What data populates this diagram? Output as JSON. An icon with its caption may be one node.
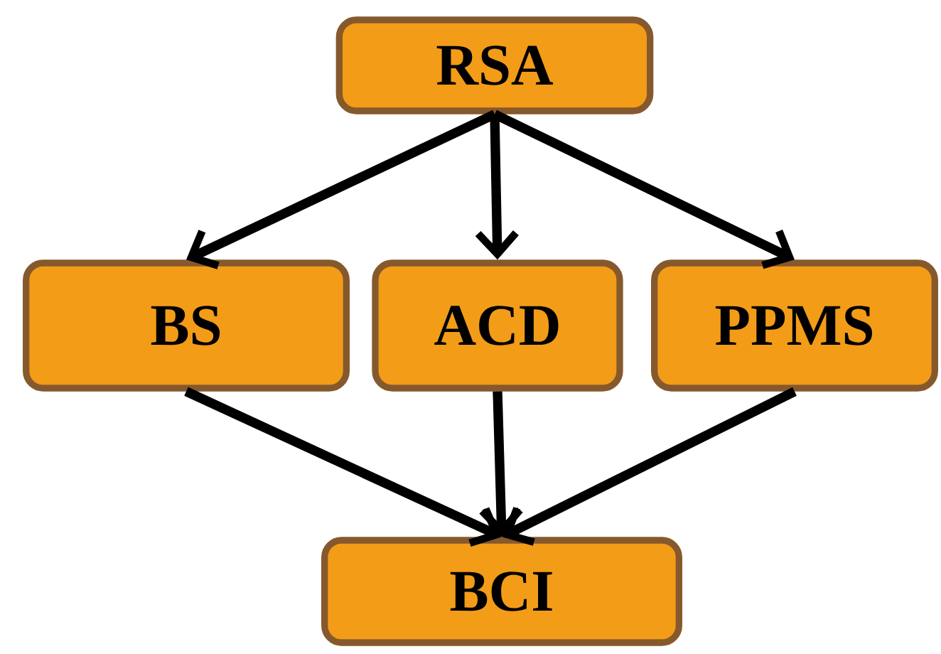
{
  "diagram": {
    "nodes": [
      {
        "text": [
          "RSA"
        ]
      },
      {
        "text": [
          "BS"
        ]
      },
      {
        "text": [
          "ACD"
        ]
      },
      {
        "text": [
          "PPMS"
        ]
      },
      {
        "text": [
          "BCI"
        ]
      }
    ],
    "edges": [
      {
        "from": 0,
        "to": 1,
        "arrow": "to"
      },
      {
        "from": 0,
        "to": 2,
        "arrow": "to"
      },
      {
        "from": 0,
        "to": 3,
        "arrow": "to"
      },
      {
        "from": 1,
        "to": 4,
        "arrow": "to"
      },
      {
        "from": 2,
        "to": 4,
        "arrow": "to"
      },
      {
        "from": 3,
        "to": 4,
        "arrow": "to"
      }
    ]
  }
}
